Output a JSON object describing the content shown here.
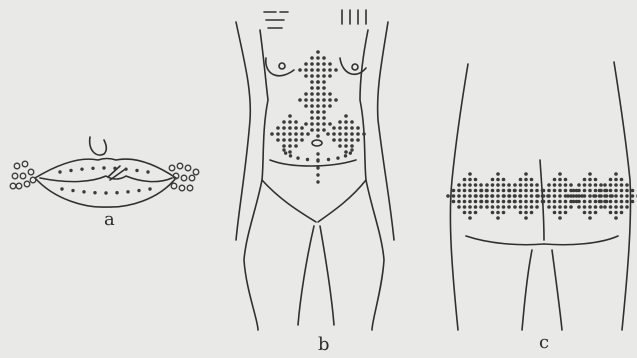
{
  "figures": {
    "a": {
      "caption": "a"
    },
    "b": {
      "caption": "b"
    },
    "c": {
      "caption": "c"
    }
  },
  "colors": {
    "paper": "#e9e9e7",
    "ink": "#2f2f2f"
  }
}
